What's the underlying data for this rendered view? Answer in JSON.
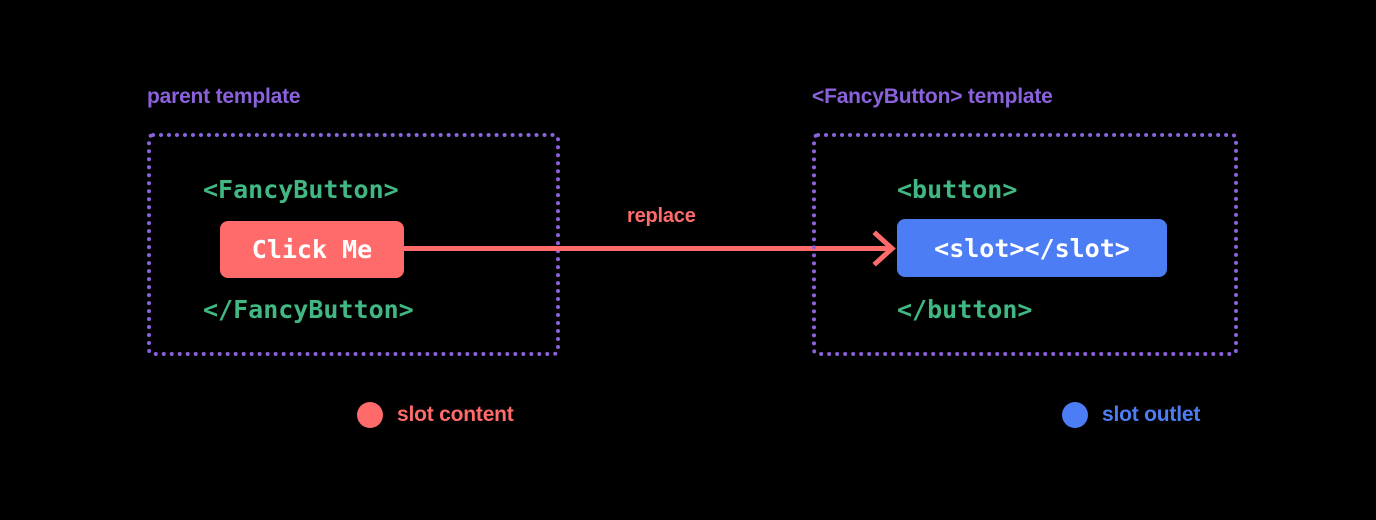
{
  "diagram": {
    "background_color": "#000000",
    "panels": [
      {
        "id": "parent",
        "title": "parent template",
        "title_color": "#8B62DC",
        "border_color": "#8B62DC",
        "lines": {
          "open_tag": "<FancyButton>",
          "close_tag": "</FancyButton>"
        },
        "pill": {
          "label": "Click Me",
          "color": "#FF6B6B",
          "text_color": "#FFFFFF"
        }
      },
      {
        "id": "fancybutton",
        "title": "<FancyButton> template",
        "title_color": "#8B62DC",
        "border_color": "#8B62DC",
        "lines": {
          "open_tag": "<button>",
          "close_tag": "</button>"
        },
        "pill": {
          "label": "<slot></slot>",
          "color": "#4C7DF5",
          "text_color": "#FFFFFF"
        }
      }
    ],
    "arrow": {
      "label": "replace",
      "color": "#FF6B6B"
    },
    "legend": [
      {
        "label": "slot content",
        "color": "#FF6B6B"
      },
      {
        "label": "slot outlet",
        "color": "#4C7DF5"
      }
    ],
    "code_text_color": "#41B883"
  }
}
